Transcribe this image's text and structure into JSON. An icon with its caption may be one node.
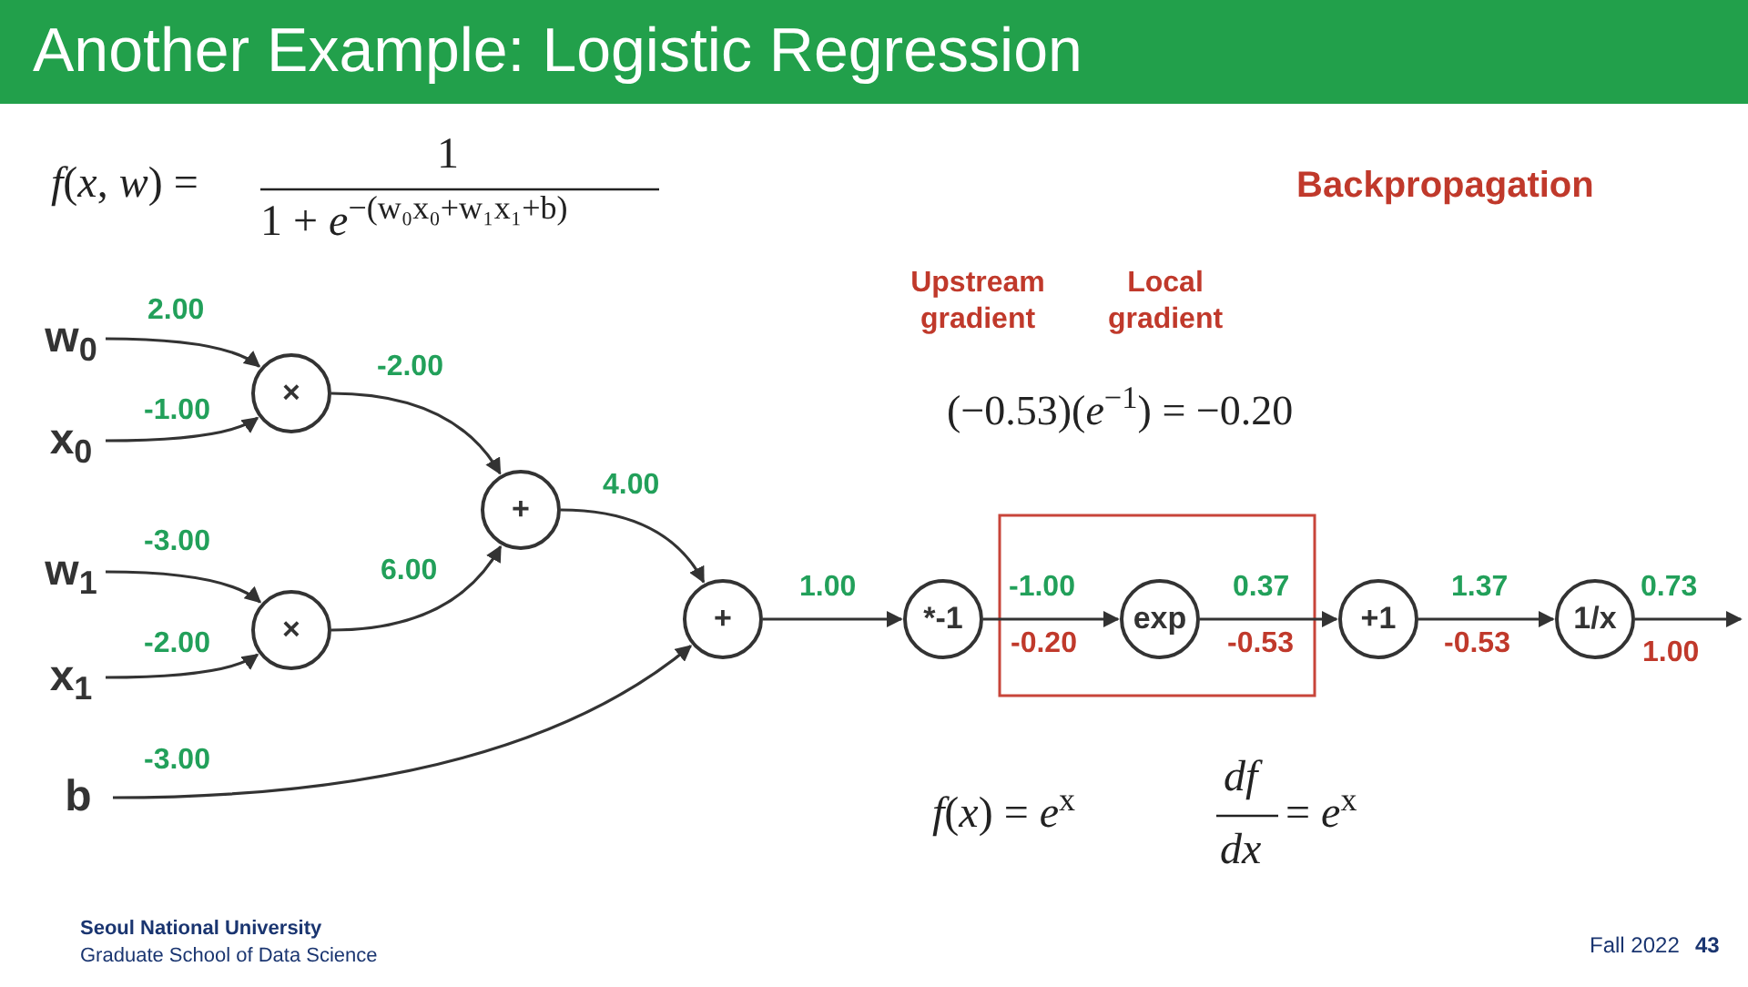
{
  "diagram": {
    "title": "Another Example: Logistic Regression",
    "nodes": [
      {
        "text": [
          "w$_{0}$"
        ]
      },
      {
        "text": [
          "x$_{0}$"
        ]
      },
      {
        "text": [
          "w$_{1}$"
        ]
      },
      {
        "text": [
          "x$_{1}$"
        ]
      },
      {
        "text": [
          "b"
        ]
      },
      {
        "text": [
          "×"
        ]
      },
      {
        "text": [
          "×"
        ]
      },
      {
        "text": [
          "+"
        ]
      },
      {
        "text": [
          "+"
        ]
      },
      {
        "text": [
          "*-1"
        ]
      },
      {
        "text": [
          "exp"
        ]
      },
      {
        "text": [
          "+1"
        ]
      },
      {
        "text": [
          "1/x"
        ]
      }
    ],
    "edges": [
      {
        "from": 0,
        "to": 5,
        "arrow": "to",
        "label": "2.00"
      },
      {
        "from": 1,
        "to": 5,
        "arrow": "to",
        "label": "-1.00"
      },
      {
        "from": 2,
        "to": 6,
        "arrow": "to",
        "label": "-3.00"
      },
      {
        "from": 3,
        "to": 6,
        "arrow": "to",
        "label": "-2.00"
      },
      {
        "from": 4,
        "to": 8,
        "arrow": "to",
        "label": "-3.00"
      },
      {
        "from": 5,
        "to": 7,
        "arrow": "to",
        "label": "-2.00"
      },
      {
        "from": 6,
        "to": 7,
        "arrow": "to",
        "label": "6.00"
      },
      {
        "from": 7,
        "to": 8,
        "arrow": "to",
        "label": "4.00"
      },
      {
        "from": 8,
        "to": 9,
        "arrow": "to",
        "label": "1.00"
      },
      {
        "from": 9,
        "to": 10,
        "arrow": "to",
        "label": "-1.00"
      },
      {
        "from": 10,
        "to": 11,
        "arrow": "to",
        "label": "0.37"
      },
      {
        "from": 11,
        "to": 12,
        "arrow": "to",
        "label": "1.37"
      },
      {
        "from": 12,
        "to": null,
        "arrow": "to",
        "label": "0.73"
      }
    ],
    "labels": [
      "*f*(*x*, *w*) =",
      "1",
      "1 + *e*$^{−(w₀x₀+w₁x₁+b)}$",
      "Backpropagation",
      "Upstream gradient",
      "Local gradient",
      "(−0.53)(*e*$^{−1}$) = −0.20",
      "-0.20",
      "-0.53",
      "-0.53",
      "1.00",
      "*f*(*x*) = *e*$^{x}$",
      "*df*",
      "*dx*",
      "= *e*$^{x}$",
      "Seoul National University",
      "Graduate School of Data Science",
      "Fall 2022",
      "43"
    ]
  }
}
